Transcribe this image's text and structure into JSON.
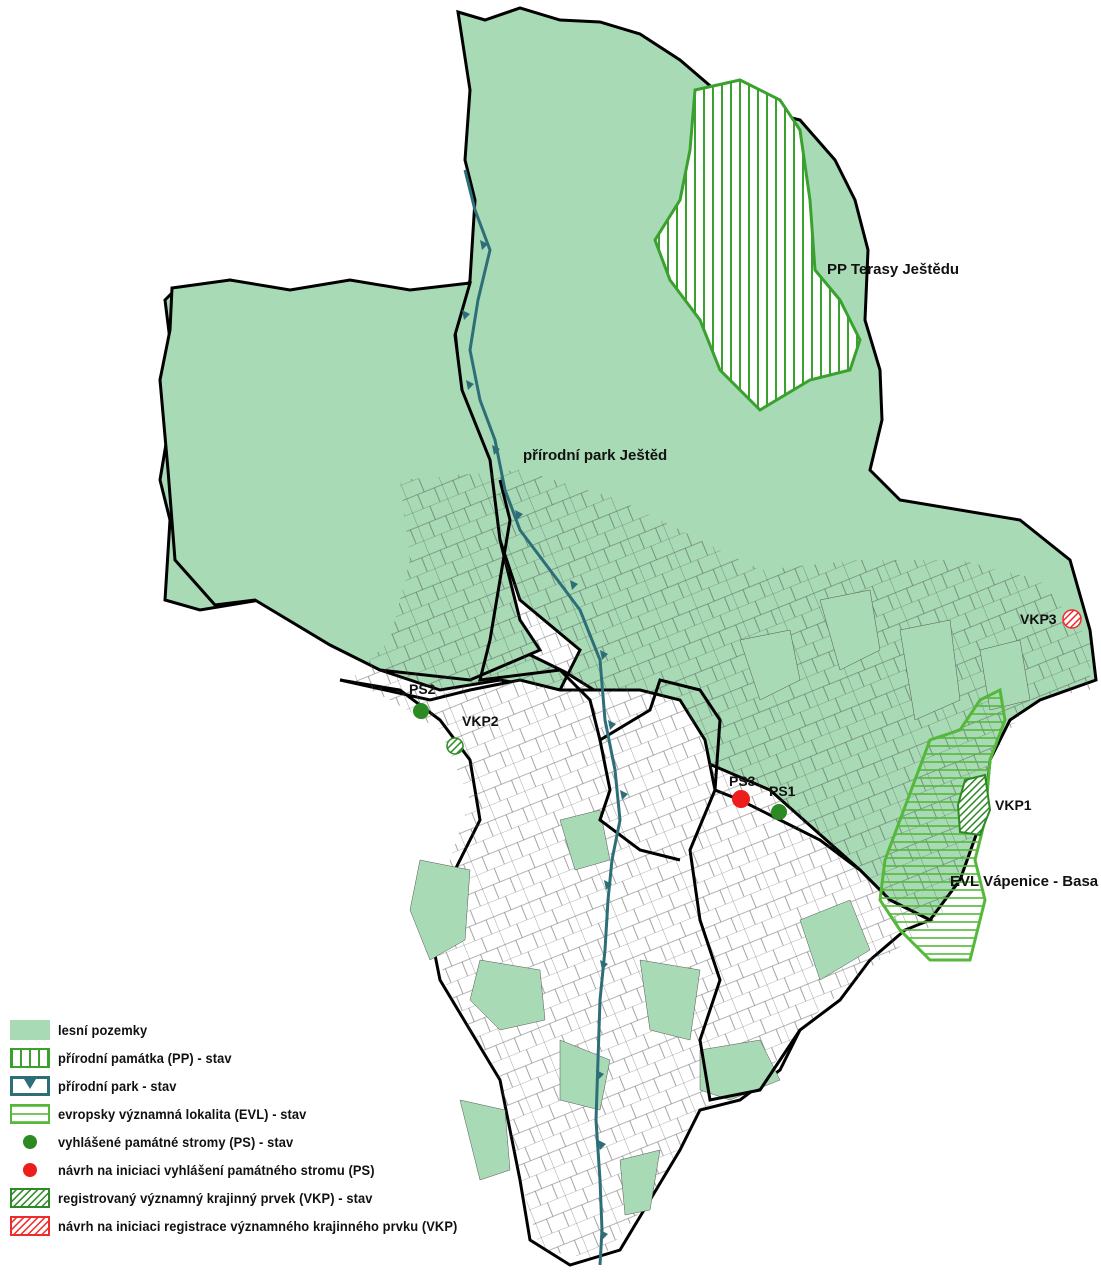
{
  "colors": {
    "forest": "#a8dab5",
    "pp_stripe": "#3aa12e",
    "park_line": "#2d6e78",
    "evl_line": "#55b83a",
    "ps_existing": "#2b8a21",
    "ps_proposed": "#ef1c1c",
    "vkp_existing": "#2d8a25",
    "vkp_proposed": "#ef2b2b",
    "boundary": "#000000",
    "parcel": "#555555"
  },
  "labels": {
    "pp_terasy": "PP Terasy Ještědu",
    "park_jested": "přírodní park Ještěd",
    "vkp3": "VKP3",
    "ps2": "PS2",
    "vkp2": "VKP2",
    "ps3": "PS3",
    "ps1": "PS1",
    "vkp1": "VKP1",
    "evl_vapenice": "EVL Vápenice - Basa"
  },
  "legend": [
    {
      "icon": "forest-swatch-icon",
      "text": "lesní pozemky"
    },
    {
      "icon": "pp-vertical-stripes-icon",
      "text": "přírodní památka (PP) - stav"
    },
    {
      "icon": "nature-park-boundary-icon",
      "text": "přírodní park - stav"
    },
    {
      "icon": "evl-horizontal-stripes-icon",
      "text": "evropsky významná lokalita (EVL) - stav"
    },
    {
      "icon": "green-dot-icon",
      "text": "vyhlášené památné stromy (PS) - stav"
    },
    {
      "icon": "red-dot-icon",
      "text": "návrh na iniciaci vyhlášení památného stromu (PS)"
    },
    {
      "icon": "green-hatch-icon",
      "text": "registrovaný významný krajinný prvek (VKP) - stav"
    },
    {
      "icon": "red-hatch-icon",
      "text": "návrh na iniciaci registrace významného krajinného prvku (VKP)"
    }
  ]
}
